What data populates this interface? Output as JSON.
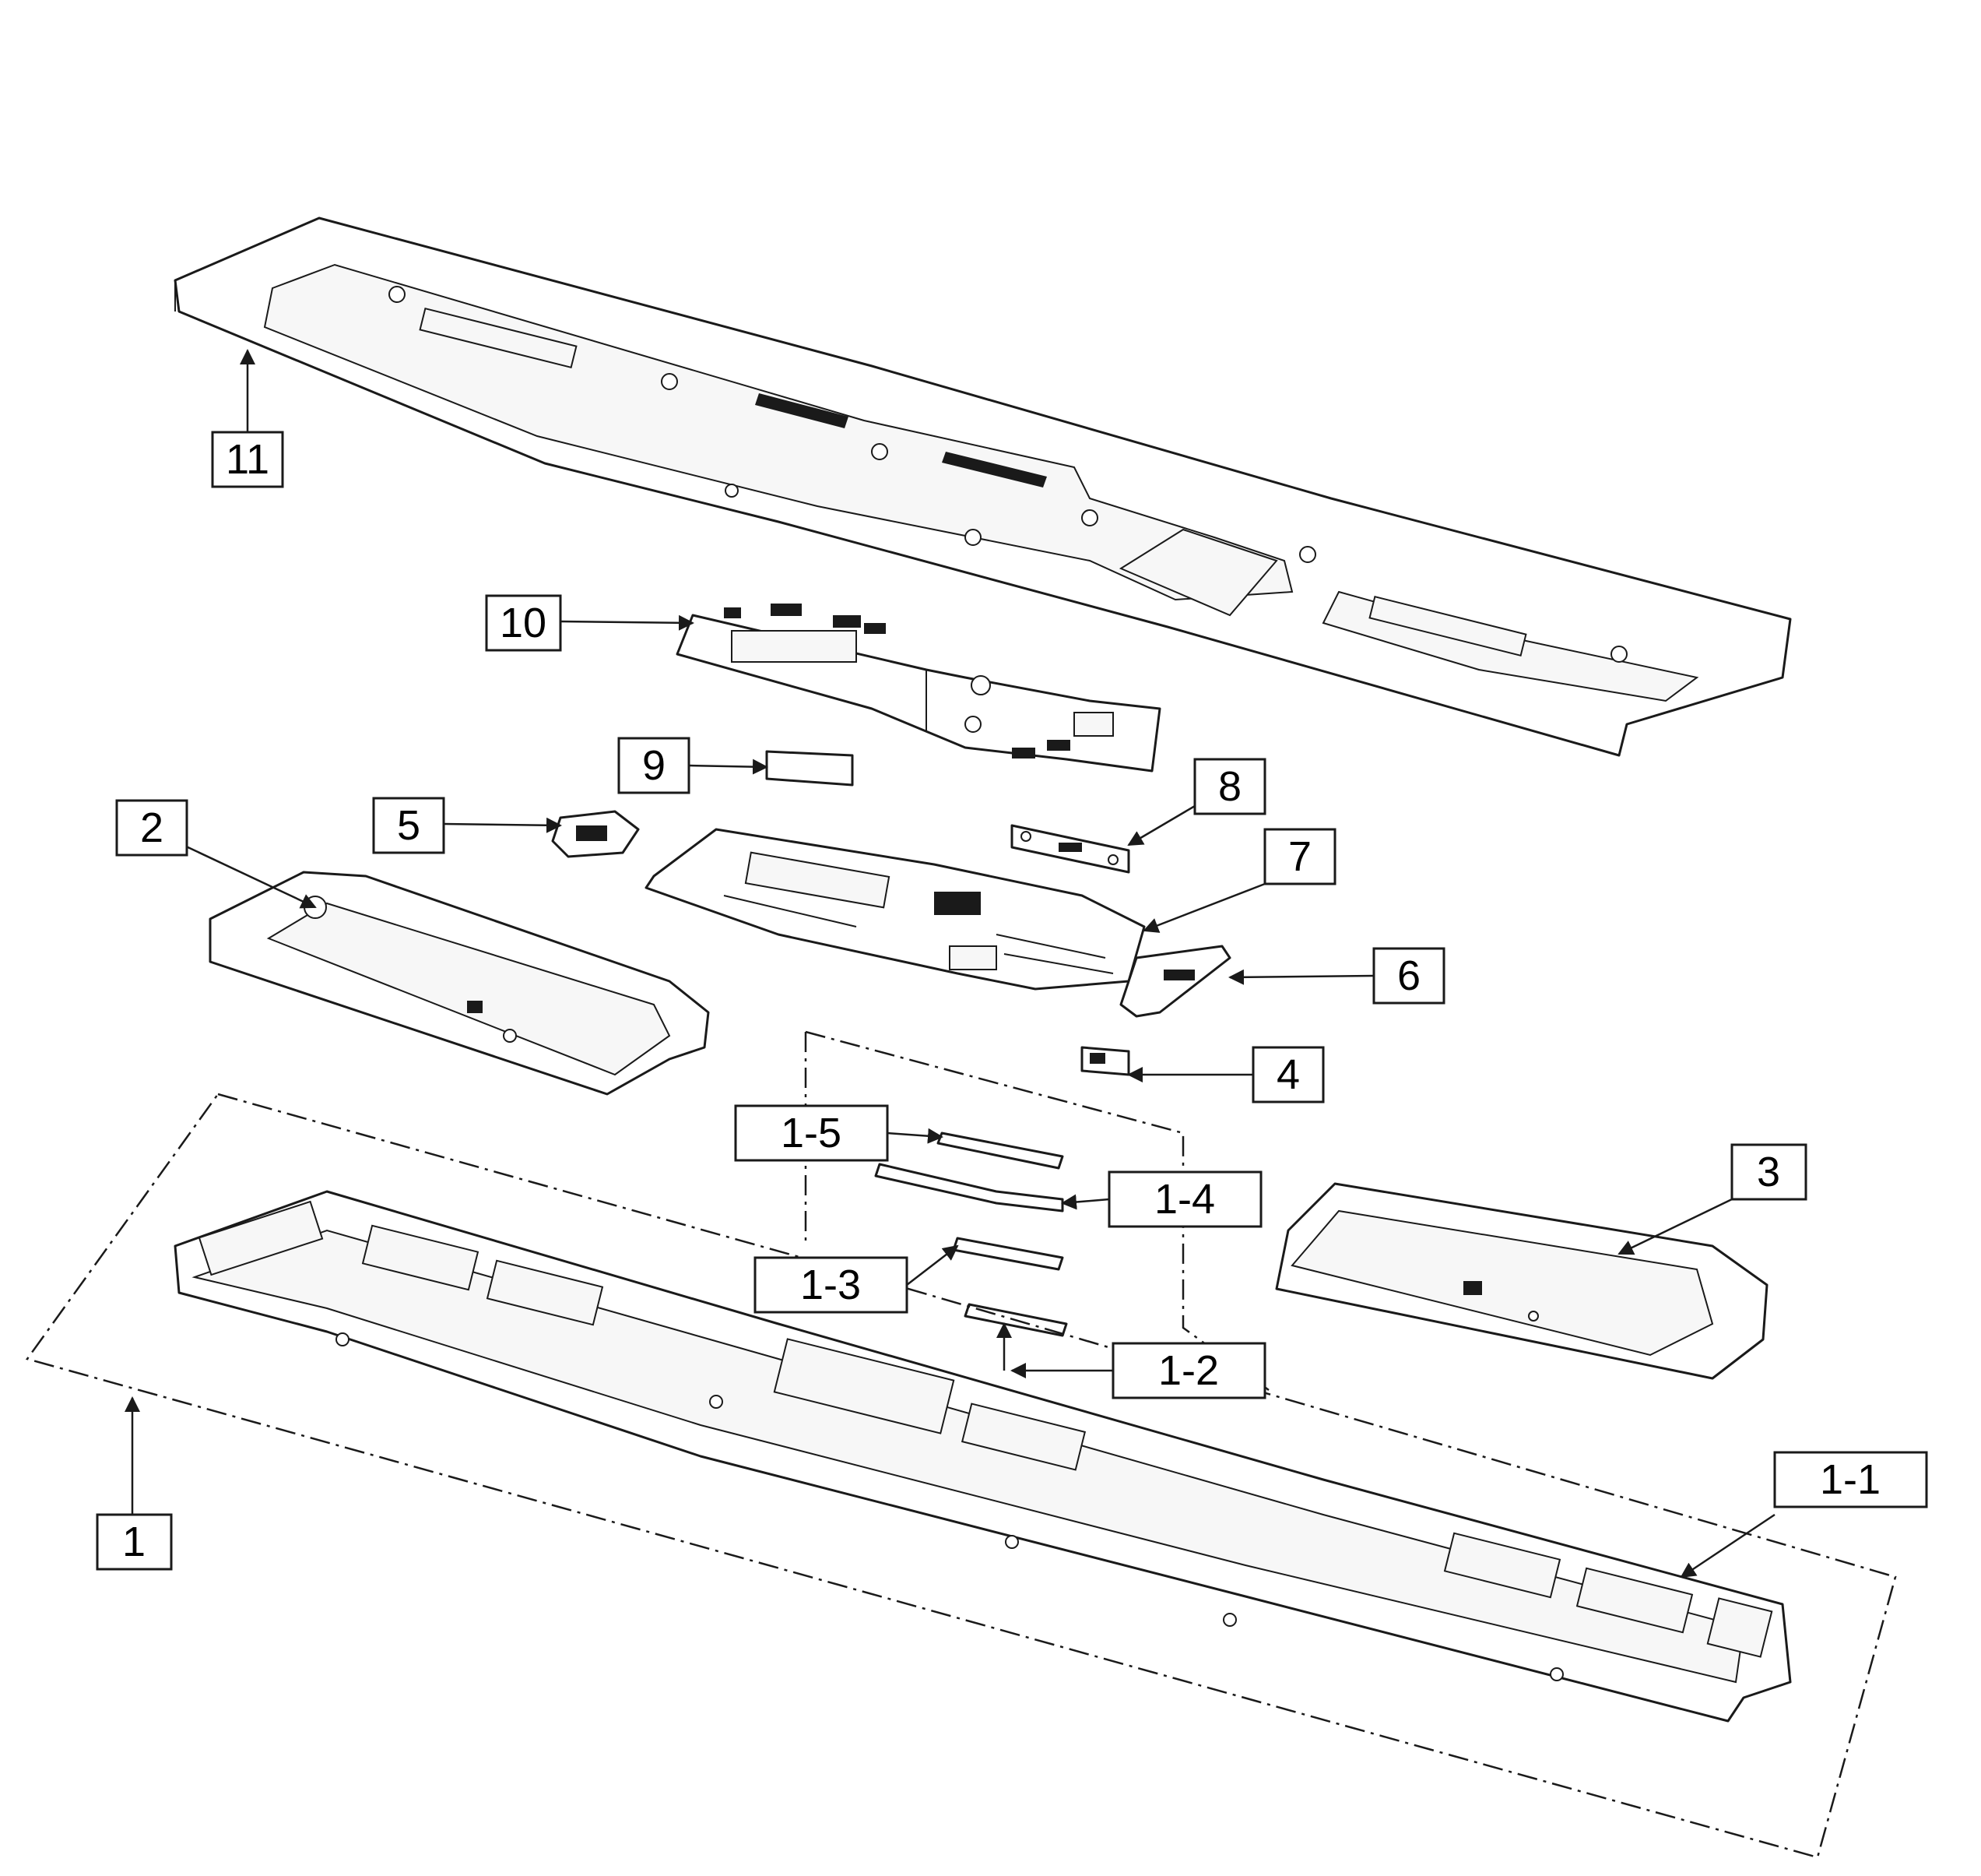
{
  "callouts": {
    "c1": "1",
    "c1_1": "1-1",
    "c1_2": "1-2",
    "c1_3": "1-3",
    "c1_4": "1-4",
    "c1_5": "1-5",
    "c2": "2",
    "c3": "3",
    "c4": "4",
    "c5": "5",
    "c6": "6",
    "c7": "7",
    "c8": "8",
    "c9": "9",
    "c10": "10",
    "c11": "11"
  }
}
